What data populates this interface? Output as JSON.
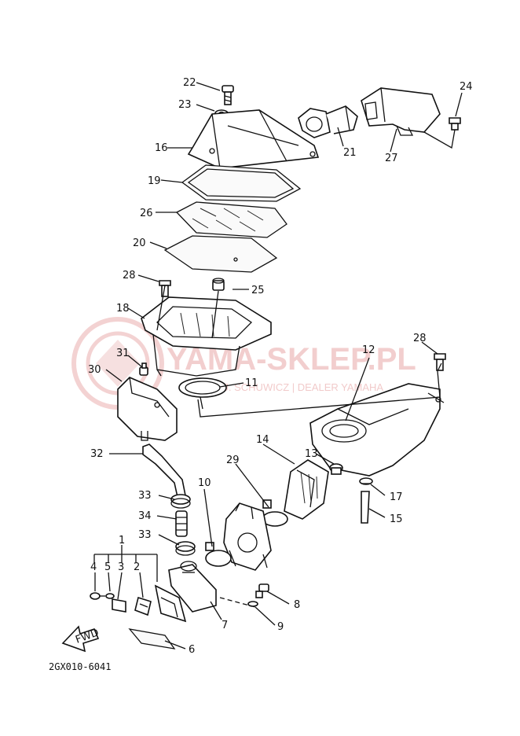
{
  "watermark": {
    "title": "YAMA-SKLEP.PL",
    "subtitle": "WOJ. SCHUWICZ | DEALER YAMAHA"
  },
  "diagram_code": "2GX010-6041",
  "fwd_label": "FWD",
  "callouts": {
    "c1": "1",
    "c2": "2",
    "c3": "3",
    "c4": "4",
    "c5": "5",
    "c6": "6",
    "c7": "7",
    "c8": "8",
    "c9": "9",
    "c10": "10",
    "c11": "11",
    "c12": "12",
    "c13": "13",
    "c14": "14",
    "c15": "15",
    "c16": "16",
    "c17": "17",
    "c18": "18",
    "c19": "19",
    "c20": "20",
    "c21": "21",
    "c22": "22",
    "c23": "23",
    "c24": "24",
    "c25": "25",
    "c26": "26",
    "c27": "27",
    "c28a": "28",
    "c28b": "28",
    "c29": "29",
    "c30": "30",
    "c31": "31",
    "c32": "32",
    "c33a": "33",
    "c33b": "33",
    "c34": "34"
  }
}
